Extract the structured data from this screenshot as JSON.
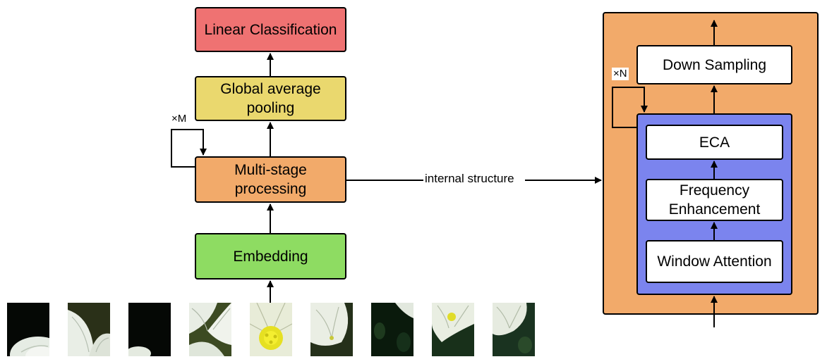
{
  "left_pipeline": {
    "linear_classification": "Linear Classification",
    "global_average_pooling": "Global average pooling",
    "multi_stage": "Multi-stage processing",
    "embedding": "Embedding",
    "repeat_label": "×M"
  },
  "connector_label": "internal structure",
  "right_block": {
    "down_sampling": "Down Sampling",
    "eca": "ECA",
    "frequency_enhancement": "Frequency Enhancement",
    "window_attention": "Window Attention",
    "repeat_label": "×N"
  },
  "colors": {
    "linear_classification": "#ef7272",
    "global_average_pooling": "#ead86e",
    "multi_stage": "#f2aa6a",
    "embedding": "#8edc62",
    "outer_container": "#f2aa6a",
    "inner_container": "#7b84ee",
    "inner_boxes": "#ffffff"
  },
  "input_patches": [
    "flower-patch-1",
    "flower-patch-2",
    "flower-patch-3",
    "flower-patch-4",
    "flower-patch-5",
    "flower-patch-6",
    "flower-patch-7",
    "flower-patch-8",
    "flower-patch-9"
  ]
}
